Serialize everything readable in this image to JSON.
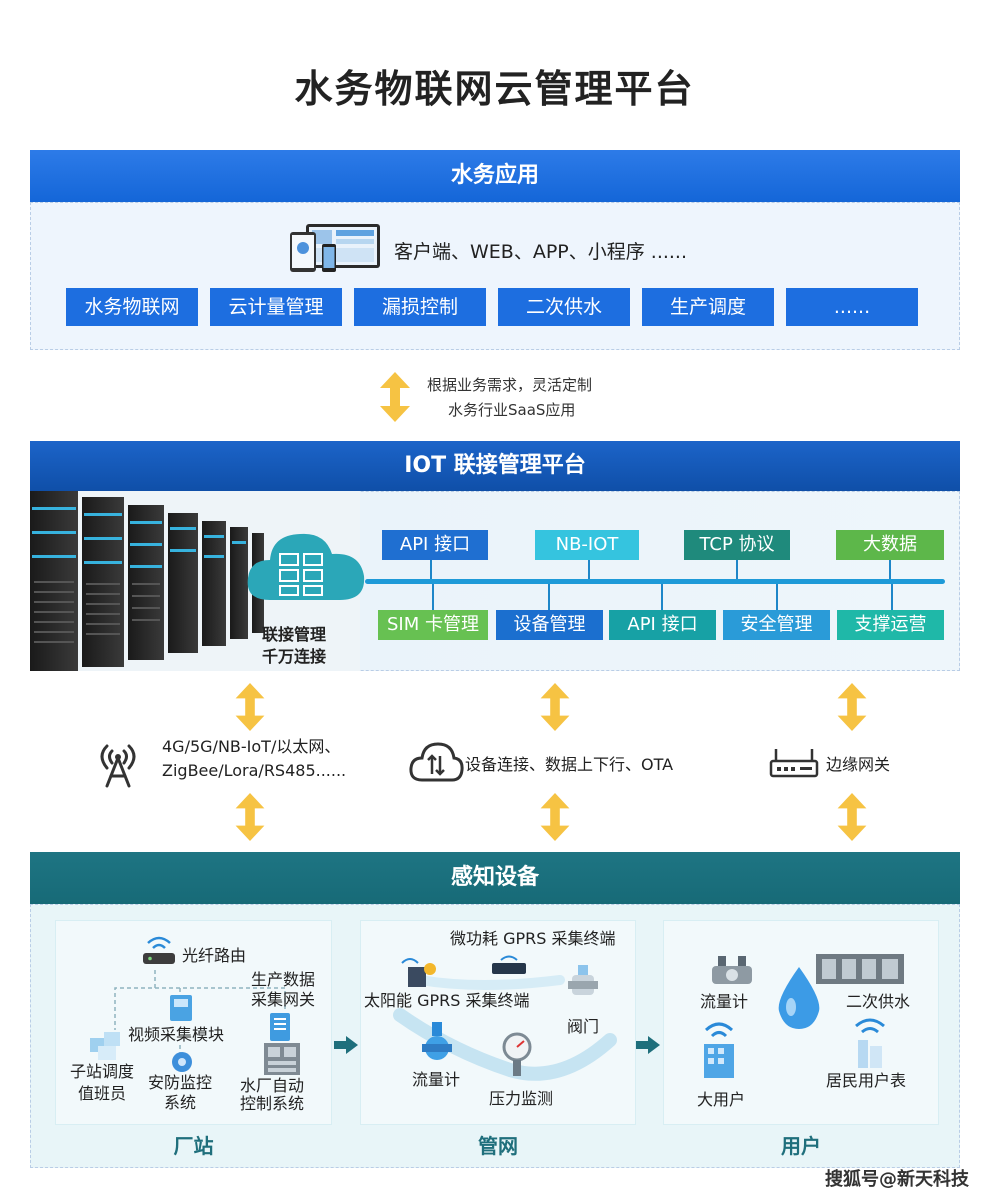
{
  "title": "水务物联网云管理平台",
  "app_section": {
    "header": "水务应用",
    "description": "客户端、WEB、APP、小程序 ......",
    "items": [
      "水务物联网",
      "云计量管理",
      "漏损控制",
      "二次供水",
      "生产调度",
      "......"
    ]
  },
  "custom_note": {
    "line1": "根据业务需求，灵活定制",
    "line2": "水务行业SaaS应用"
  },
  "iot_section": {
    "header": "IOT 联接管理平台",
    "cloud_label_line1": "联接管理",
    "cloud_label_line2": "千万连接",
    "top_tags": [
      "API 接口",
      "NB-IOT",
      "TCP 协议",
      "大数据"
    ],
    "bottom_tags": [
      "SIM 卡管理",
      "设备管理",
      "API 接口",
      "安全管理",
      "支撑运营"
    ]
  },
  "connectivity": {
    "network_line1": "4G/5G/NB-IoT/以太网、",
    "network_line2": "ZigBee/Lora/RS485......",
    "device_conn": "设备连接、数据上下行、OTA",
    "edge_gateway": "边缘网关"
  },
  "sense_section": {
    "header": "感知设备",
    "plant": {
      "label": "厂站",
      "fiber_router": "光纤路由",
      "production_gateway_line1": "生产数据",
      "production_gateway_line2": "采集网关",
      "video_module": "视频采集模块",
      "dispatcher_line1": "子站调度",
      "dispatcher_line2": "值班员",
      "security_line1": "安防监控",
      "security_line2": "系统",
      "auto_control_line1": "水厂自动",
      "auto_control_line2": "控制系统"
    },
    "pipe": {
      "label": "管网",
      "low_power_gprs": "微功耗 GPRS 采集终端",
      "solar_gprs": "太阳能 GPRS 采集终端",
      "valve": "阀门",
      "flow_meter": "流量计",
      "pressure": "压力监测"
    },
    "user": {
      "label": "用户",
      "flow_meter": "流量计",
      "secondary_supply": "二次供水",
      "big_user": "大用户",
      "resident_meter": "居民用户表"
    }
  },
  "watermark": "搜狐号@新天科技",
  "colors": {
    "app_blue": "#1d6ee0",
    "iot_blue": "#0f4fa8",
    "teal": "#176a77",
    "arrow_yellow": "#f6c343"
  }
}
